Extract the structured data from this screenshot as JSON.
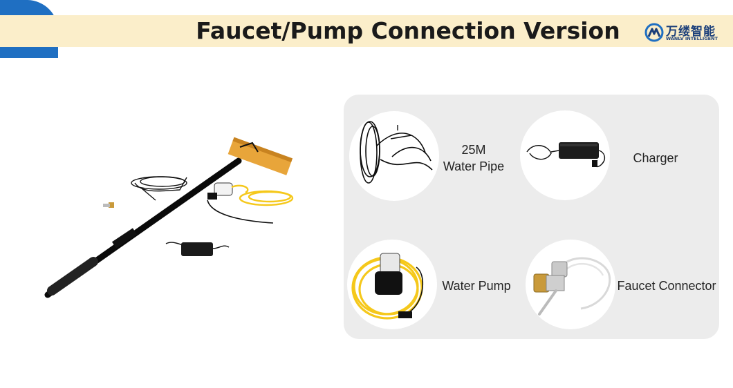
{
  "header": {
    "title": "Faucet/Pump Connection Version",
    "logo_cn": "万缕智能",
    "logo_en": "WANLV INTELLIGENT",
    "band_color": "#fbeeca",
    "accent_color": "#1f6fc2"
  },
  "components": [
    {
      "id": "water-pipe",
      "line1": "25M",
      "line2": "Water Pipe"
    },
    {
      "id": "charger",
      "line1": "Charger"
    },
    {
      "id": "water-pump",
      "line1": "Water Pump"
    },
    {
      "id": "faucet-connector",
      "line1": "Faucet Connector"
    }
  ]
}
